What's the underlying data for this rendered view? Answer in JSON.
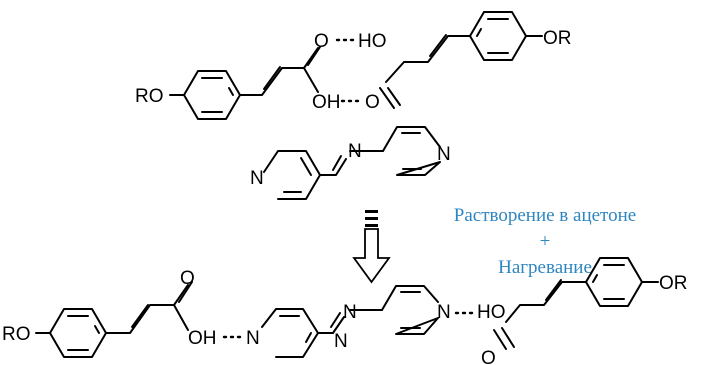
{
  "labels": {
    "RO": "RO",
    "OR": "OR",
    "O": "O",
    "OH": "OH",
    "HO": "HO",
    "N": "N"
  },
  "conditions": {
    "line1": "Растворение в ацетоне",
    "line2": "+",
    "line3": "Нагревание"
  },
  "colors": {
    "conditions_text": "#2e86c1",
    "structure": "#000000"
  }
}
